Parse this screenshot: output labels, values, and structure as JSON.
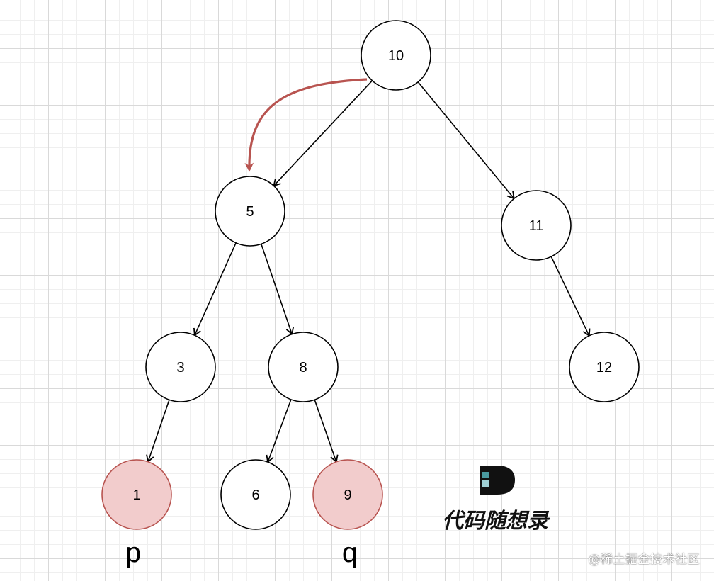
{
  "tree": {
    "nodes": [
      {
        "id": "n10",
        "label": "10",
        "highlighted": false
      },
      {
        "id": "n5",
        "label": "5",
        "highlighted": false
      },
      {
        "id": "n11",
        "label": "11",
        "highlighted": false
      },
      {
        "id": "n3",
        "label": "3",
        "highlighted": false
      },
      {
        "id": "n8",
        "label": "8",
        "highlighted": false
      },
      {
        "id": "n12",
        "label": "12",
        "highlighted": false
      },
      {
        "id": "n1",
        "label": "1",
        "highlighted": true
      },
      {
        "id": "n6",
        "label": "6",
        "highlighted": false
      },
      {
        "id": "n9",
        "label": "9",
        "highlighted": true
      }
    ],
    "edges": [
      {
        "from": "n10",
        "to": "n5"
      },
      {
        "from": "n10",
        "to": "n11"
      },
      {
        "from": "n5",
        "to": "n3"
      },
      {
        "from": "n5",
        "to": "n8"
      },
      {
        "from": "n11",
        "to": "n12"
      },
      {
        "from": "n3",
        "to": "n1"
      },
      {
        "from": "n8",
        "to": "n6"
      },
      {
        "from": "n8",
        "to": "n9"
      }
    ],
    "traversal_arrow": {
      "from": "n10",
      "to": "n5"
    },
    "markers": {
      "p": "p",
      "q": "q"
    }
  },
  "colors": {
    "node_fill": "#ffffff",
    "node_stroke": "#000000",
    "highlight_fill": "#f2cccc",
    "highlight_stroke": "#b85450",
    "arrow": "#b85450",
    "edge": "#000000"
  },
  "branding": {
    "logo": "D",
    "logo_text": "代码随想录",
    "watermark": "@稀土掘金技术社区"
  }
}
